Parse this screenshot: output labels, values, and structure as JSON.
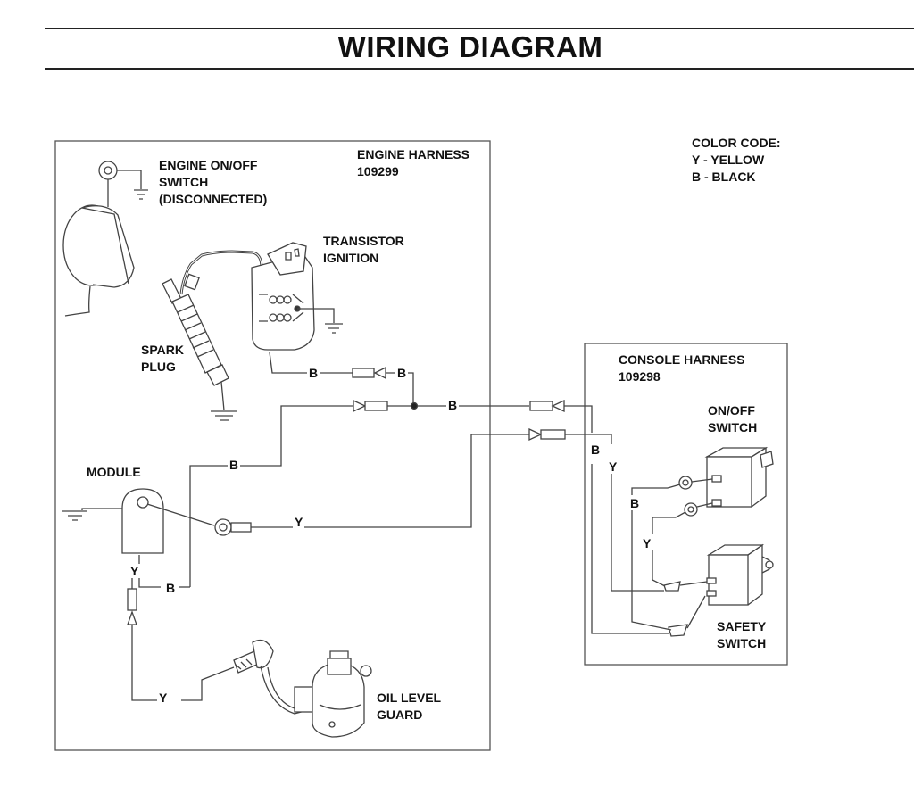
{
  "title": "WIRING DIAGRAM",
  "color_code": {
    "heading": "COLOR CODE:",
    "yellow": "Y - YELLOW",
    "black": "B - BLACK"
  },
  "engine_harness": {
    "label": "ENGINE HARNESS\n109299"
  },
  "console_harness": {
    "label": "CONSOLE HARNESS\n109298"
  },
  "components": {
    "engine_switch": "ENGINE ON/OFF\nSWITCH\n(DISCONNECTED)",
    "transistor_ignition": "TRANSISTOR\nIGNITION",
    "spark_plug": "SPARK\nPLUG",
    "module": "MODULE",
    "oil_level_guard": "OIL LEVEL\nGUARD",
    "onoff_switch": "ON/OFF\nSWITCH",
    "safety_switch": "SAFETY\nSWITCH"
  },
  "wire_codes": {
    "ign_b1": "B",
    "ign_b2": "B",
    "main_b": "B",
    "module_b_up": "B",
    "module_y": "Y",
    "module_y_down": "Y",
    "module_b_down": "B",
    "oil_y": "Y",
    "console_b1": "B",
    "console_y1": "Y",
    "console_b2": "B",
    "console_y2": "Y"
  },
  "colors": {
    "line": "#333333",
    "fill": "#ffffff"
  }
}
